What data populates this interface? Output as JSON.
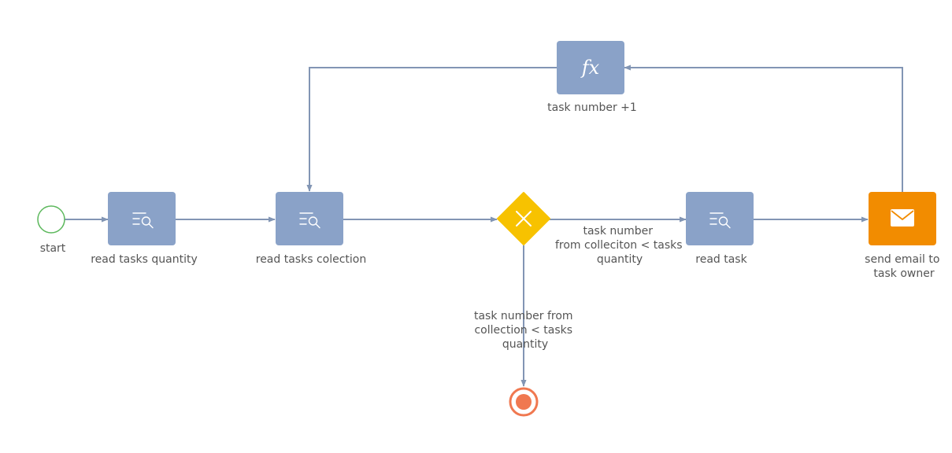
{
  "colors": {
    "task": "#8aa2c8",
    "gateway": "#f7c200",
    "email": "#f28c00",
    "start": "#5cb85c",
    "end": "#f07850",
    "flow": "#8295b4",
    "label": "#555555"
  },
  "nodes": {
    "start": {
      "label": "start"
    },
    "read_qty": {
      "label": "read tasks quantity",
      "icon": "search-list-icon"
    },
    "read_coll": {
      "label": "read tasks colection",
      "icon": "search-list-icon"
    },
    "gateway": {
      "icon": "x-icon"
    },
    "read_task": {
      "label": "read task",
      "icon": "search-list-icon"
    },
    "send_email": {
      "label_lines": [
        "send email to",
        "task owner"
      ],
      "icon": "envelope-icon"
    },
    "task_num": {
      "label": "task number +1",
      "icon": "fx-icon",
      "icon_text": "fx"
    },
    "end": {}
  },
  "flows": {
    "gw_to_read_task": {
      "label_lines": [
        "task number",
        "from colleciton < tasks",
        "quantity"
      ]
    },
    "gw_to_end": {
      "label_lines": [
        "task number from",
        "collection < tasks",
        "quantity"
      ]
    }
  }
}
